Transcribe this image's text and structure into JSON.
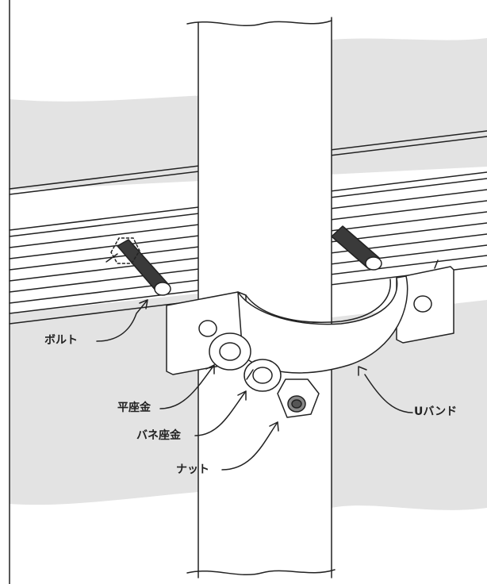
{
  "diagram": {
    "labels": {
      "bolt": "ボルト",
      "flat_washer": "平座金",
      "spring_washer": "バネ座金",
      "nut": "ナット",
      "u_band": "Uバンド"
    },
    "colors": {
      "line": "#222222",
      "band_shade": "#e3e3e3",
      "bolt_dark": "#3a3a3a",
      "white": "#ffffff"
    }
  }
}
